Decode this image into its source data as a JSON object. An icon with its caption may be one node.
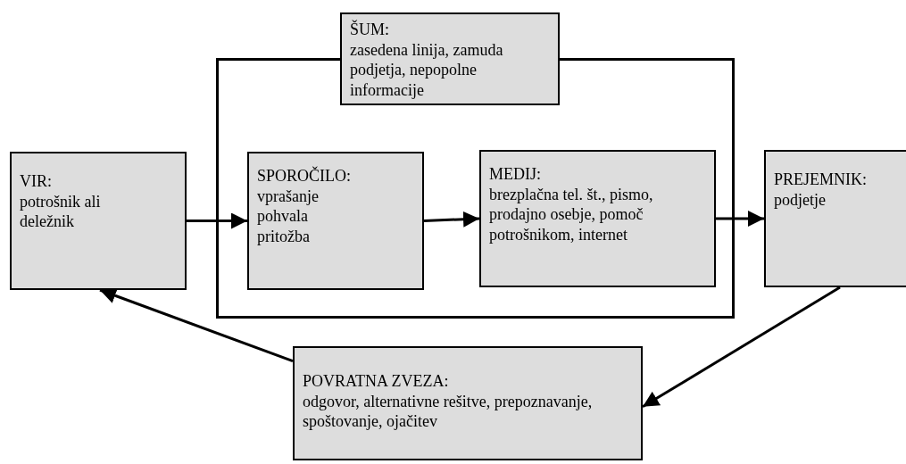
{
  "diagram": {
    "nodes": [
      {
        "text": [
          "ŠUM:",
          "zasedena linija, zamuda podjetja, nepopolne informacije"
        ]
      },
      {
        "text": [],
        "shape": "box"
      },
      {
        "text": [
          "VIR:",
          "potrošnik ali deležnik"
        ]
      },
      {
        "text": [
          "SPOROČILO:",
          "vprašanje pohvala pritožba"
        ],
        "in": 1
      },
      {
        "text": [
          "MEDIJ:",
          "brezplačna tel. št., pismo, prodajno osebje, pomoč potrošnikom, internet"
        ],
        "in": 1
      },
      {
        "text": [
          "PREJEMNIK:",
          "podjetje"
        ]
      },
      {
        "text": [
          "POVRATNA ZVEZA:",
          "odgovor, alternativne rešitve, prepoznavanje, spoštovanje, ojačitev"
        ]
      }
    ],
    "edges": [
      {
        "from": 2,
        "to": 3,
        "arrow": "to"
      },
      {
        "from": 3,
        "to": 4,
        "arrow": "to"
      },
      {
        "from": 4,
        "to": 5,
        "arrow": "to"
      },
      {
        "from": 5,
        "to": 6,
        "arrow": "to"
      },
      {
        "from": 6,
        "to": 2,
        "arrow": "to"
      }
    ]
  }
}
